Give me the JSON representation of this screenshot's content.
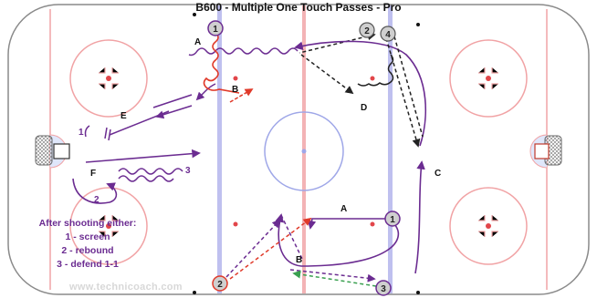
{
  "title": "B600 - Multiple One Touch Passes - Pro",
  "after_shooting": {
    "heading": "After shooting either:",
    "options": [
      "1 - screen",
      "2 - rebound",
      "3 - defend 1-1"
    ]
  },
  "watermark": "www.technicoach.com",
  "players": [
    "1",
    "2",
    "4",
    "1",
    "2",
    "3"
  ],
  "letters": [
    "A",
    "B",
    "D",
    "E",
    "F",
    "C",
    "A",
    "B"
  ],
  "route_numbers": [
    "1",
    "2",
    "3"
  ],
  "colors": {
    "purple": "#6b2c91",
    "red_line": "#e2464a",
    "blue_line": "#8f8fe6",
    "rink_border": "#8a8a8a",
    "black_pass": "#222222",
    "red_pass": "#e03a2a",
    "green_pass": "#3aa050"
  }
}
